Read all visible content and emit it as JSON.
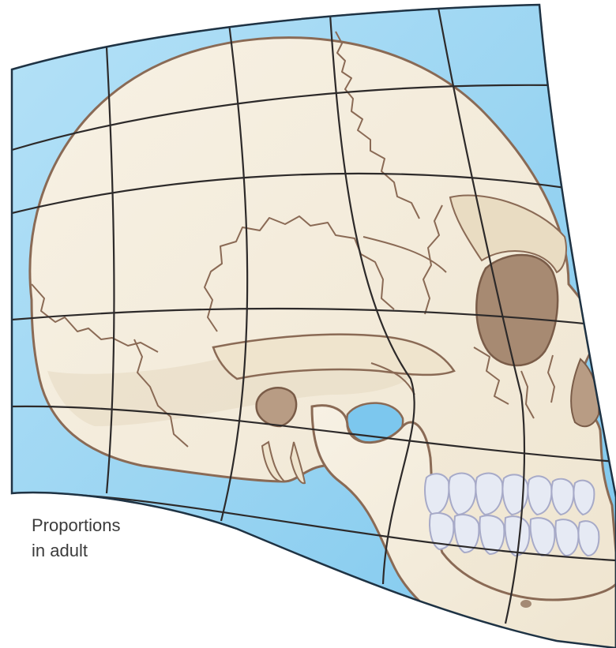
{
  "caption": {
    "line1": "Proportions",
    "line2": "in adult"
  },
  "colors": {
    "background_blue": "#8fd0f0",
    "background_blue_light": "#c9eafa",
    "bone": "#f3ecdc",
    "bone_shadow": "#e2d6bc",
    "bone_outline": "#8a6a55",
    "orbit": "#a78a72",
    "teeth": "#e6eaf4",
    "teeth_outline": "#a7aac8",
    "grid": "#2d2a2a"
  },
  "figure": {
    "subject": "adult skull, lateral view",
    "overlay": "distorted proportion grid"
  }
}
